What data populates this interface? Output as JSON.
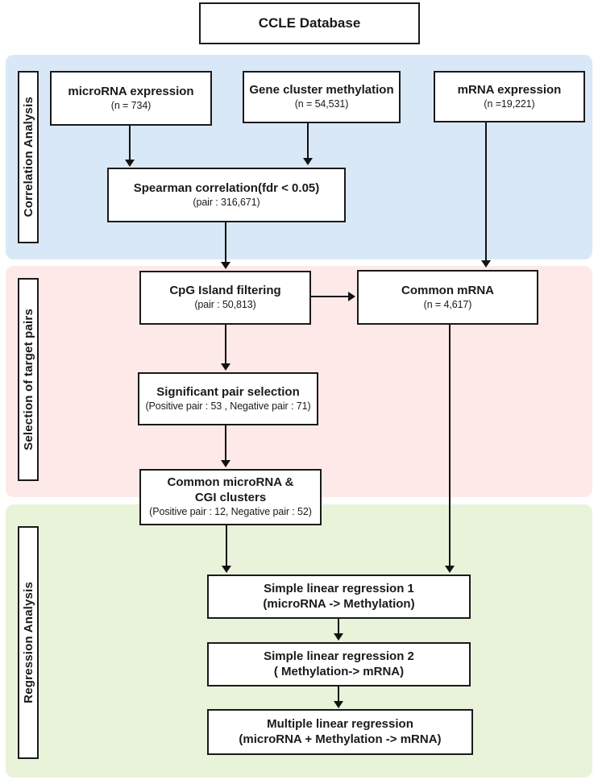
{
  "title_box": {
    "label": "CCLE Database"
  },
  "sections": [
    {
      "label": "Correlation Analysis",
      "color": "#d9e8f6"
    },
    {
      "label": "Selection of target pairs",
      "color": "#fdeae8"
    },
    {
      "label": "Regression Analysis",
      "color": "#e9f3da"
    }
  ],
  "boxes": {
    "microrna": {
      "title": "microRNA expression",
      "sub": "(n = 734)"
    },
    "gene_cluster": {
      "title": "Gene cluster methylation",
      "sub": "(n = 54,531)"
    },
    "mrna": {
      "title": "mRNA expression",
      "sub": "(n =19,221)"
    },
    "spearman": {
      "title": "Spearman correlation(fdr < 0.05)",
      "sub": "(pair : 316,671)"
    },
    "cpg": {
      "title": "CpG Island filtering",
      "sub": "(pair : 50,813)"
    },
    "common_mrna": {
      "title": "Common mRNA",
      "sub": "(n = 4,617)"
    },
    "sig_pair": {
      "title": "Significant pair selection",
      "sub": "(Positive pair : 53 , Negative pair : 71)"
    },
    "common_micro": {
      "title": "Common microRNA &",
      "title2": "CGI clusters",
      "sub": "(Positive pair : 12, Negative pair : 52)"
    },
    "slr1": {
      "title": "Simple linear regression 1",
      "sub": "(microRNA -> Methylation)"
    },
    "slr2": {
      "title": "Simple linear regression 2",
      "sub": "( Methylation-> mRNA)"
    },
    "mlr": {
      "title": "Multiple linear regression",
      "sub": "(microRNA + Methylation -> mRNA)"
    }
  },
  "palette": {
    "box_fill": "#ffffff",
    "box_border": "#1a1a1a",
    "arrow": "#111111",
    "correlation_band": "#d9e8f6",
    "selection_band": "#fdeae8",
    "regression_band": "#e9f3da"
  }
}
